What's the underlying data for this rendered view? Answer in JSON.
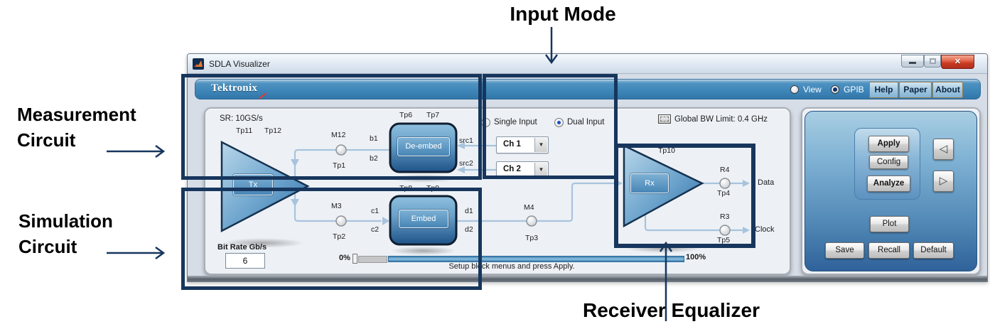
{
  "annotations": {
    "input_mode": "Input Mode",
    "measurement_line1": "Measurement",
    "measurement_line2": "Circuit",
    "simulation_line1": "Simulation",
    "simulation_line2": "Circuit",
    "receiver_equalizer": "Receiver Equalizer"
  },
  "window": {
    "title": "SDLA Visualizer"
  },
  "toolbar": {
    "brand": "Tektronix",
    "view": "View",
    "gpib": "GPIB",
    "help": "Help",
    "paper": "Paper",
    "about": "About"
  },
  "diagram": {
    "sr": "SR: 10GS/s",
    "bw": "Global BW Limit: 0.4 GHz",
    "tx": "Tx",
    "rx": "Rx",
    "deembed": "De-embed",
    "embed": "Embed",
    "single": "Single Input",
    "dual": "Dual Input",
    "ch1": "Ch 1",
    "ch2": "Ch 2",
    "tp1": "Tp1",
    "tp2": "Tp2",
    "tp3": "Tp3",
    "tp4": "Tp4",
    "tp5": "Tp5",
    "tp6": "Tp6",
    "tp7": "Tp7",
    "tp8": "Tp8",
    "tp9": "Tp9",
    "tp10": "Tp10",
    "tp11": "Tp11",
    "tp12": "Tp12",
    "m12": "M12",
    "m3": "M3",
    "m4": "M4",
    "r4": "R4",
    "r3": "R3",
    "b1": "b1",
    "b2": "b2",
    "c1": "c1",
    "c2": "c2",
    "d1": "d1",
    "d2": "d2",
    "src1": "src1",
    "src2": "src2",
    "data": "Data",
    "clock": "Clock",
    "bitrate_label": "Bit Rate Gb/s",
    "bitrate_value": "6",
    "pct0": "0%",
    "pct100": "100%",
    "status": "Setup block menus and press Apply."
  },
  "actions": {
    "apply": "Apply",
    "config": "Config",
    "analyze": "Analyze",
    "plot": "Plot",
    "save": "Save",
    "recall": "Recall",
    "default": "Default"
  },
  "icons": {
    "prev": "◁",
    "next": "▷",
    "dropdown": "▼",
    "close": "✕"
  },
  "colors": {
    "annotation_navy": "#17365d",
    "toolbar_blue": "#3d85b8",
    "block_blue": "#2a6096",
    "wire_blue": "#a8c3dd",
    "close_red": "#c93c22"
  }
}
